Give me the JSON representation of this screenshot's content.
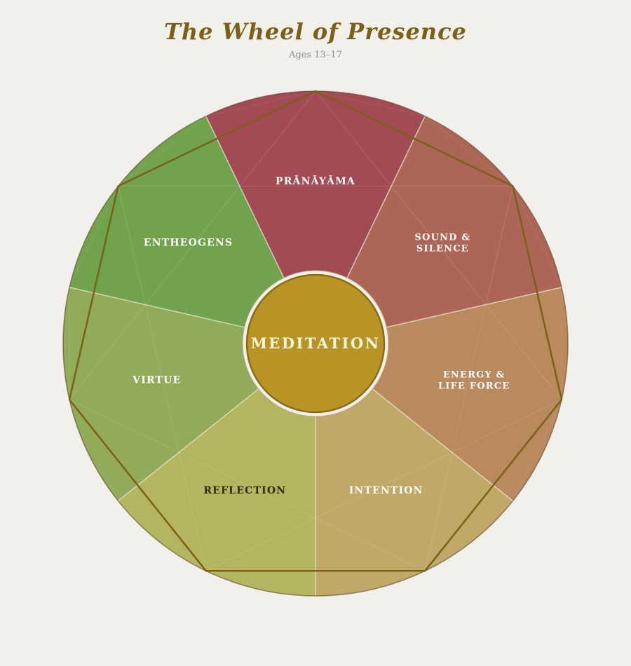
{
  "header": {
    "title": "The Wheel of Presence",
    "subtitle": "Ages 13–17"
  },
  "wheel": {
    "center_label": "MEDITATION",
    "center_color": "#b89424",
    "segments": [
      {
        "lines": [
          "PRĀNĀYĀMA"
        ],
        "color": "#a34b55",
        "label_color": "#ffffff"
      },
      {
        "lines": [
          "SOUND &",
          "SILENCE"
        ],
        "color": "#ad6656",
        "label_color": "#ffffff"
      },
      {
        "lines": [
          "ENERGY &",
          "LIFE FORCE"
        ],
        "color": "#b88a5e",
        "label_color": "#ffffff"
      },
      {
        "lines": [
          "INTENTION"
        ],
        "color": "#c0a866",
        "label_color": "#ffffff"
      },
      {
        "lines": [
          "REFLECTION"
        ],
        "color": "#b3b65e",
        "label_color": "#2d2a10"
      },
      {
        "lines": [
          "VIRTUE"
        ],
        "color": "#92ab58",
        "label_color": "#ffffff"
      },
      {
        "lines": [
          "ENTHEOGENS"
        ],
        "color": "#71a34d",
        "label_color": "#ffffff"
      }
    ],
    "outline_color": "#7a6018"
  }
}
